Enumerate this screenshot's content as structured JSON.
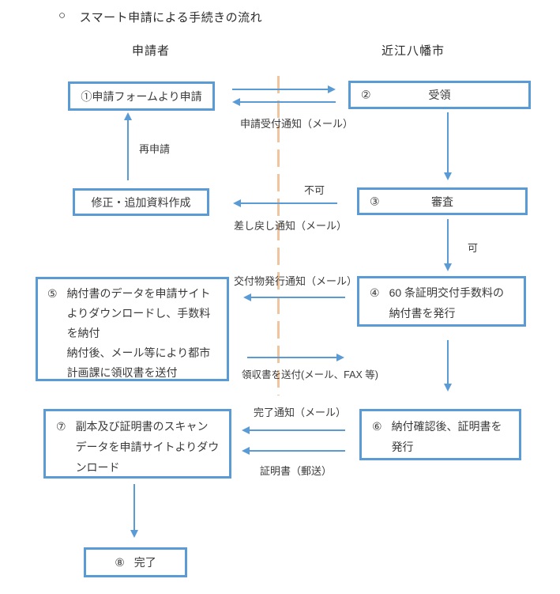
{
  "title": {
    "marker": "○",
    "text": "スマート申請による手続きの流れ"
  },
  "columns": {
    "left": "申請者",
    "right": "近江八幡市"
  },
  "boxes": {
    "apply": {
      "label": "①申請フォームより申請"
    },
    "receive": {
      "num": "②",
      "label": "受領"
    },
    "revise": {
      "label": "修正・追加資料作成"
    },
    "review": {
      "num": "③",
      "label": "審査"
    },
    "bill": {
      "num": "④",
      "body": "60 条証明交付手数料の\n納付書を発行"
    },
    "pay": {
      "num": "⑤",
      "body": "納付書のデータを申請サイト\nよりダウンロードし、手数料\nを納付\n納付後、メール等により都市\n計画課に領収書を送付"
    },
    "cert": {
      "num": "⑥",
      "body": "納付確認後、証明書を\n発行"
    },
    "download": {
      "num": "⑦",
      "body": "副本及び証明書のスキャン\nデータを申請サイトよりダウ\nンロード"
    },
    "complete": {
      "num": "⑧",
      "label": "完了"
    }
  },
  "labels": {
    "receipt_notice": "申請受付通知（メール）",
    "reapply": "再申請",
    "rejected": "不可",
    "return_notice": "差し戻し通知（メール）",
    "approved": "可",
    "issue_notice": "交付物発行通知（メール）",
    "send_receipt": "領収書を送付(メール、FAX 等)",
    "complete_notice": "完了通知（メール）",
    "cert_mail": "証明書（郵送）"
  },
  "colors": {
    "accent_blue": "#5b9bd5",
    "divider_orange": "#f0c49c",
    "text": "#3a3a3a"
  }
}
